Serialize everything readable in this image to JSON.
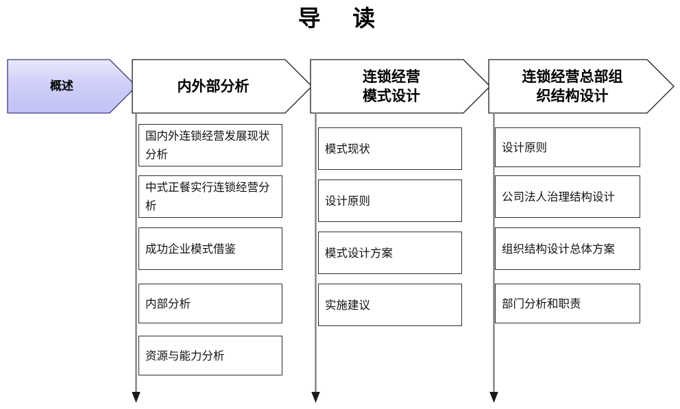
{
  "title": "导  读",
  "colors": {
    "overview_fill_light": "#e6e6fb",
    "overview_fill_mid": "#ccccf8",
    "overview_fill_dark": "#b9b9f2",
    "box_stroke": "#2b2b2b",
    "chevron_stroke": "#1a1a1a",
    "connector_line": "#808080",
    "arrow_head": "#1a1a1a",
    "text": "#000000"
  },
  "phases": [
    {
      "id": "overview",
      "header": "概述",
      "filled": true,
      "items": []
    },
    {
      "id": "internal-external-analysis",
      "header": "内外部分析",
      "filled": false,
      "items": [
        "国内外连锁经营发展现状分析",
        "中式正餐实行连锁经营分析",
        "成功企业模式借鉴",
        "内部分析",
        "资源与能力分析"
      ]
    },
    {
      "id": "chain-operation-model-design",
      "header": "连锁经营\n模式设计",
      "filled": false,
      "items": [
        "模式现状",
        "设计原则",
        "模式设计方案",
        "实施建议"
      ]
    },
    {
      "id": "headquarters-org-structure-design",
      "header": "连锁经营总部组\n织结构设计",
      "filled": false,
      "items": [
        "设计原则",
        "公司法人治理结构设计",
        "组织结构设计总体方案",
        "部门分析和职责"
      ]
    }
  ]
}
